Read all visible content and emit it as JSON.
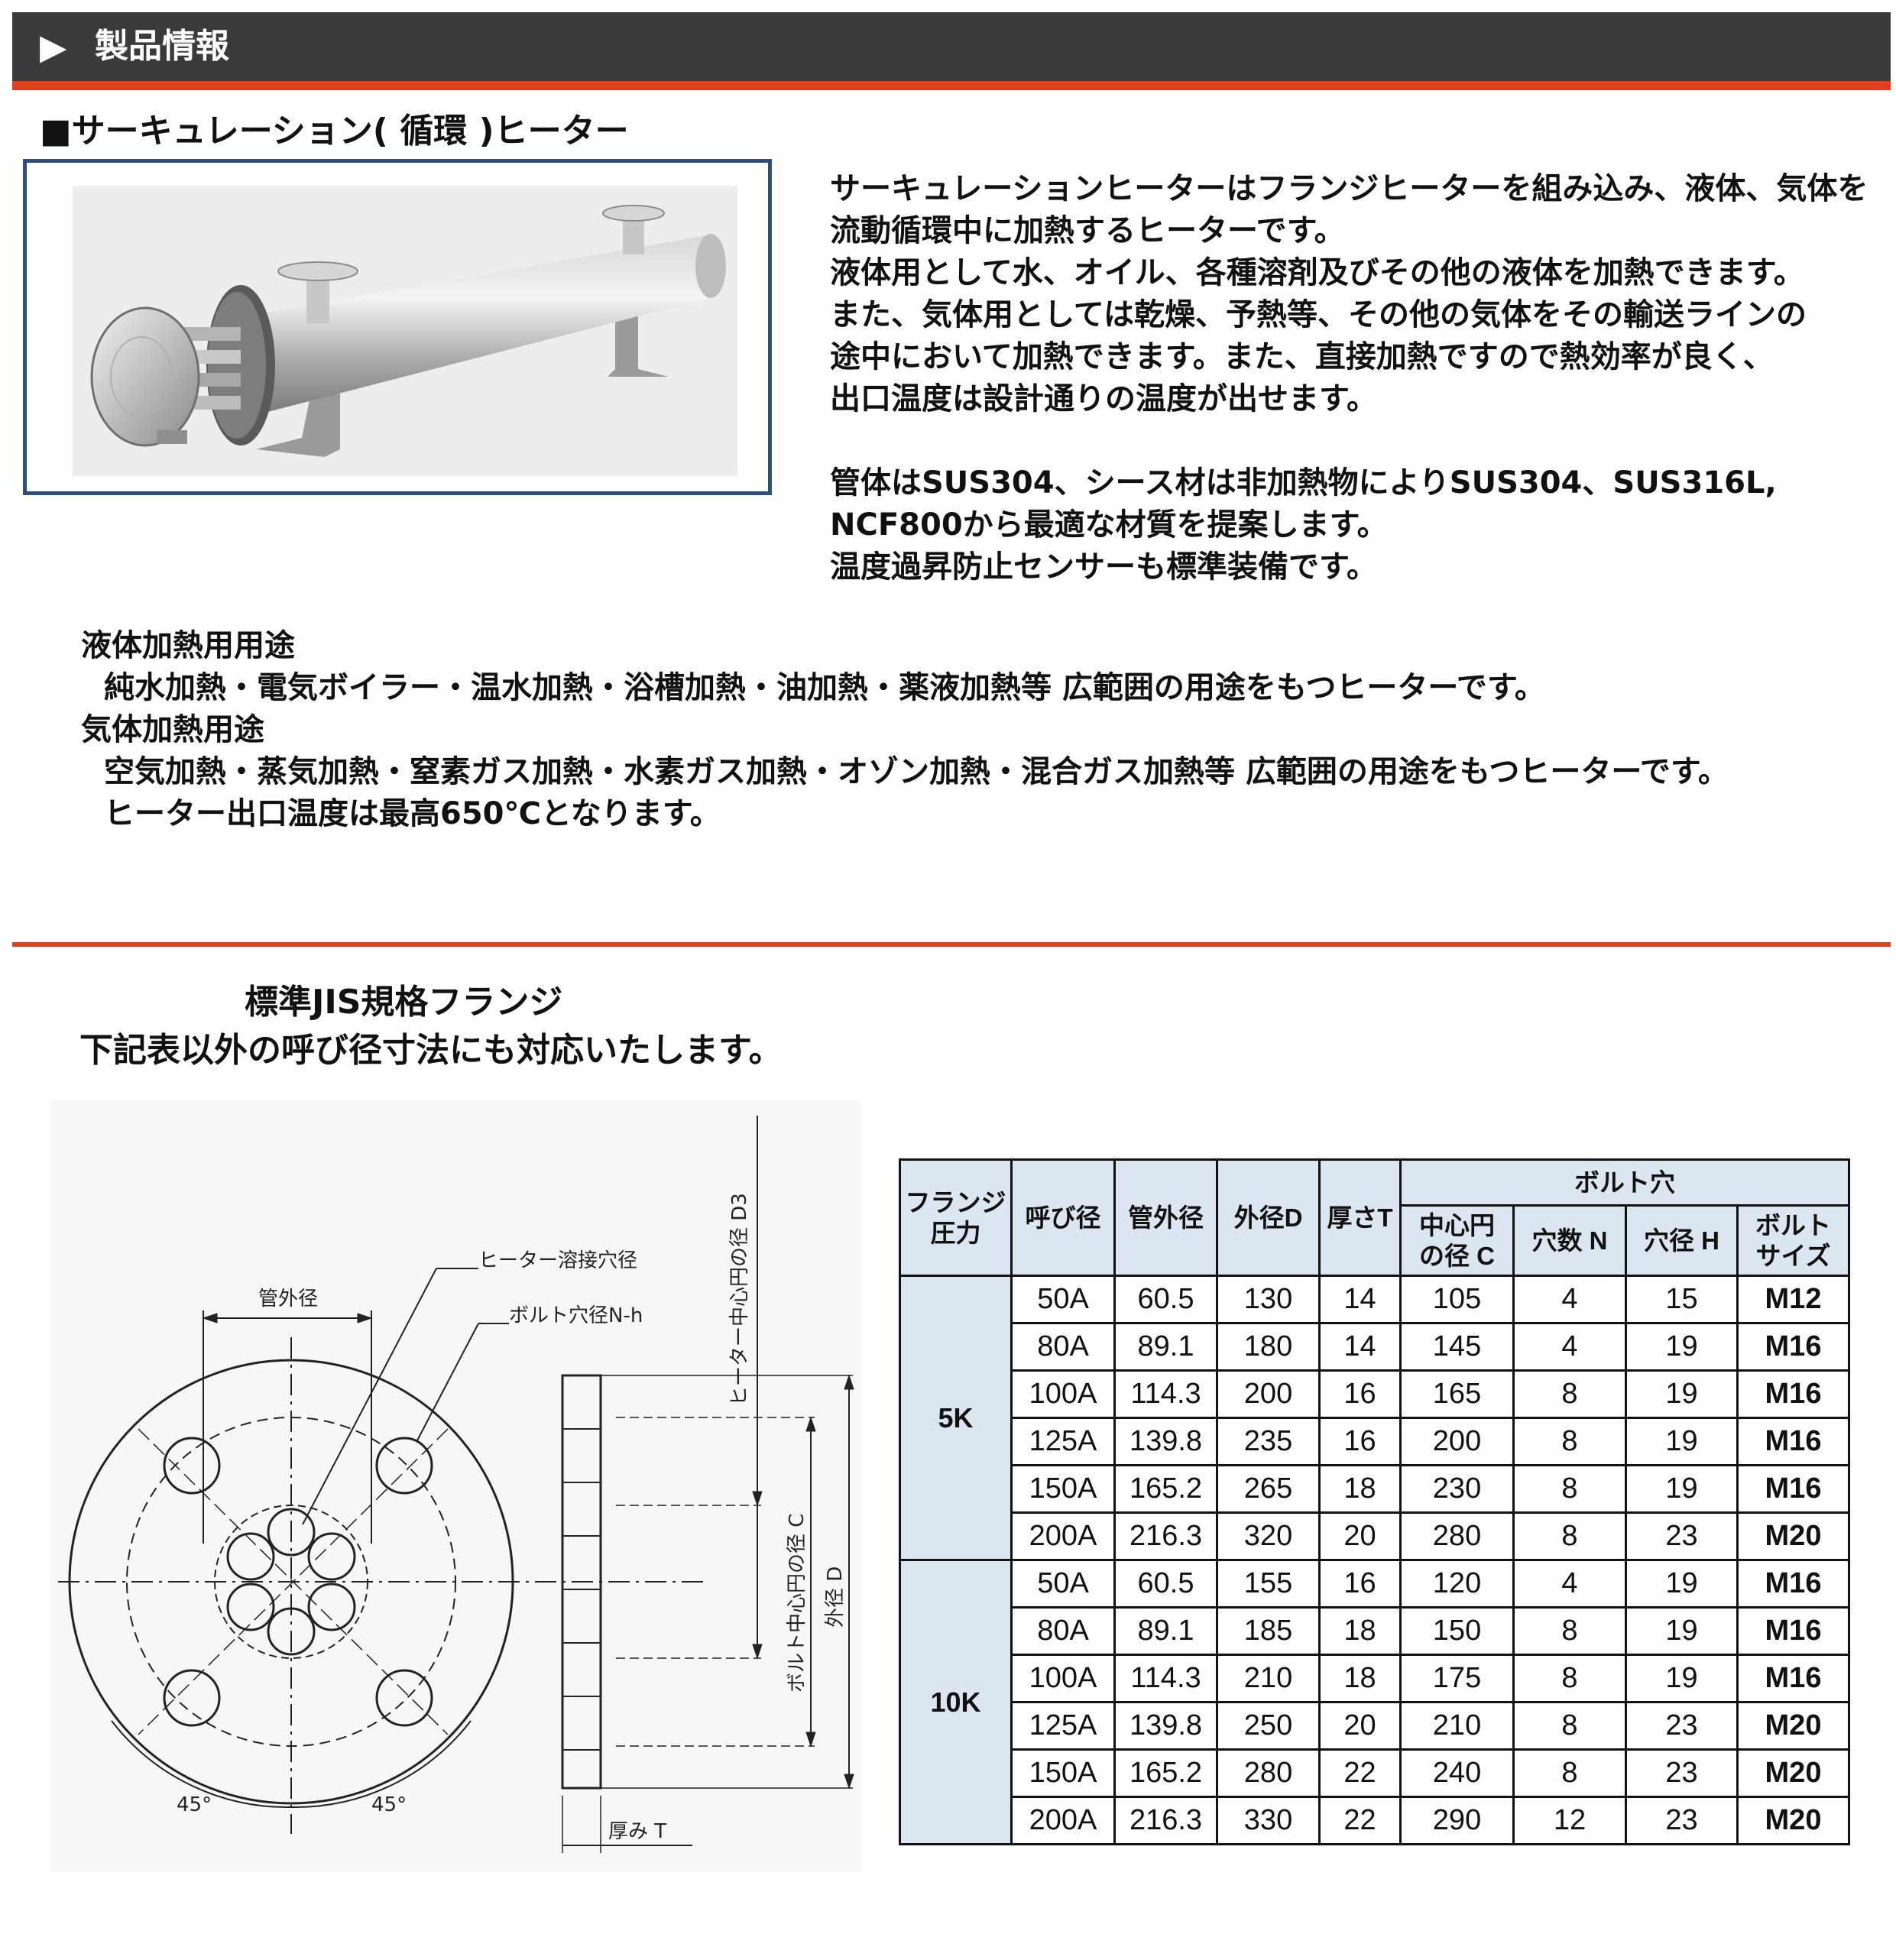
{
  "header": {
    "arrow": "▶",
    "title": "製品情報"
  },
  "section_title": "■サーキュレーション( 循環 )ヒーター",
  "description": {
    "paragraph1": [
      "サーキュレーションヒーターはフランジヒーターを組み込み、液体、気体を",
      "流動循環中に加熱するヒーターです。",
      "液体用として水、オイル、各種溶剤及びその他の液体を加熱できます。",
      "また、気体用としては乾燥、予熱等、その他の気体をその輸送ラインの",
      "途中において加熱できます。また、直接加熱ですので熱効率が良く、",
      "出口温度は設計通りの温度が出せます。"
    ],
    "paragraph2": [
      "管体はSUS304、シース材は非加熱物によりSUS304、SUS316L,",
      "NCF800から最適な材質を提案します。",
      "温度過昇防止センサーも標準装備です。"
    ]
  },
  "uses": {
    "liquid_heading": "液体加熱用用途",
    "liquid_text": "純水加熱・電気ボイラー・温水加熱・浴槽加熱・油加熱・薬液加熱等 広範囲の用途をもつヒーターです。",
    "gas_heading": "気体加熱用途",
    "gas_text": "空気加熱・蒸気加熱・窒素ガス加熱・水素ガス加熱・オゾン加熱・混合ガス加熱等 広範囲の用途をもつヒーターです。",
    "max_temp": "ヒーター出口温度は最高650℃となります。"
  },
  "jis": {
    "title": "標準JIS規格フランジ",
    "subtitle": "下記表以外の呼び径寸法にも対応いたします。"
  },
  "drawing": {
    "label_pipe_od": "管外径",
    "label_weld_hole": "ヒーター溶接穴径",
    "label_bolt_hole": "ボルト穴径N-h",
    "label_d3": "ヒーター中心円の径 D3",
    "label_c": "ボルト中心円の径 C",
    "label_d": "外径 D",
    "label_t": "厚み T",
    "angle_left": "45°",
    "angle_right": "45°"
  },
  "table": {
    "headers": {
      "pressure": [
        "フランジ",
        "圧力"
      ],
      "nominal": "呼び径",
      "pipe_od": "管外径",
      "outer_d": "外径D",
      "thickness": "厚さT",
      "bolt_group": "ボルト穴",
      "pcd": [
        "中心円",
        "の径 C"
      ],
      "holes": "穴数 N",
      "hole_dia": "穴径 H",
      "bolt_size": [
        "ボルト",
        "サイズ"
      ]
    },
    "groups": [
      {
        "pressure": "5K",
        "rows": [
          [
            "50A",
            "60.5",
            "130",
            "14",
            "105",
            "4",
            "15",
            "M12"
          ],
          [
            "80A",
            "89.1",
            "180",
            "14",
            "145",
            "4",
            "19",
            "M16"
          ],
          [
            "100A",
            "114.3",
            "200",
            "16",
            "165",
            "8",
            "19",
            "M16"
          ],
          [
            "125A",
            "139.8",
            "235",
            "16",
            "200",
            "8",
            "19",
            "M16"
          ],
          [
            "150A",
            "165.2",
            "265",
            "18",
            "230",
            "8",
            "19",
            "M16"
          ],
          [
            "200A",
            "216.3",
            "320",
            "20",
            "280",
            "8",
            "23",
            "M20"
          ]
        ]
      },
      {
        "pressure": "10K",
        "rows": [
          [
            "50A",
            "60.5",
            "155",
            "16",
            "120",
            "4",
            "19",
            "M16"
          ],
          [
            "80A",
            "89.1",
            "185",
            "18",
            "150",
            "8",
            "19",
            "M16"
          ],
          [
            "100A",
            "114.3",
            "210",
            "18",
            "175",
            "8",
            "19",
            "M16"
          ],
          [
            "125A",
            "139.8",
            "250",
            "20",
            "210",
            "8",
            "23",
            "M20"
          ],
          [
            "150A",
            "165.2",
            "280",
            "22",
            "240",
            "8",
            "23",
            "M20"
          ],
          [
            "200A",
            "216.3",
            "330",
            "22",
            "290",
            "12",
            "23",
            "M20"
          ]
        ]
      }
    ]
  },
  "colors": {
    "header_bg": "#3a3a3a",
    "accent": "#e2401c",
    "frame": "#2c4f80",
    "table_header_bg": "#dce6f0"
  }
}
